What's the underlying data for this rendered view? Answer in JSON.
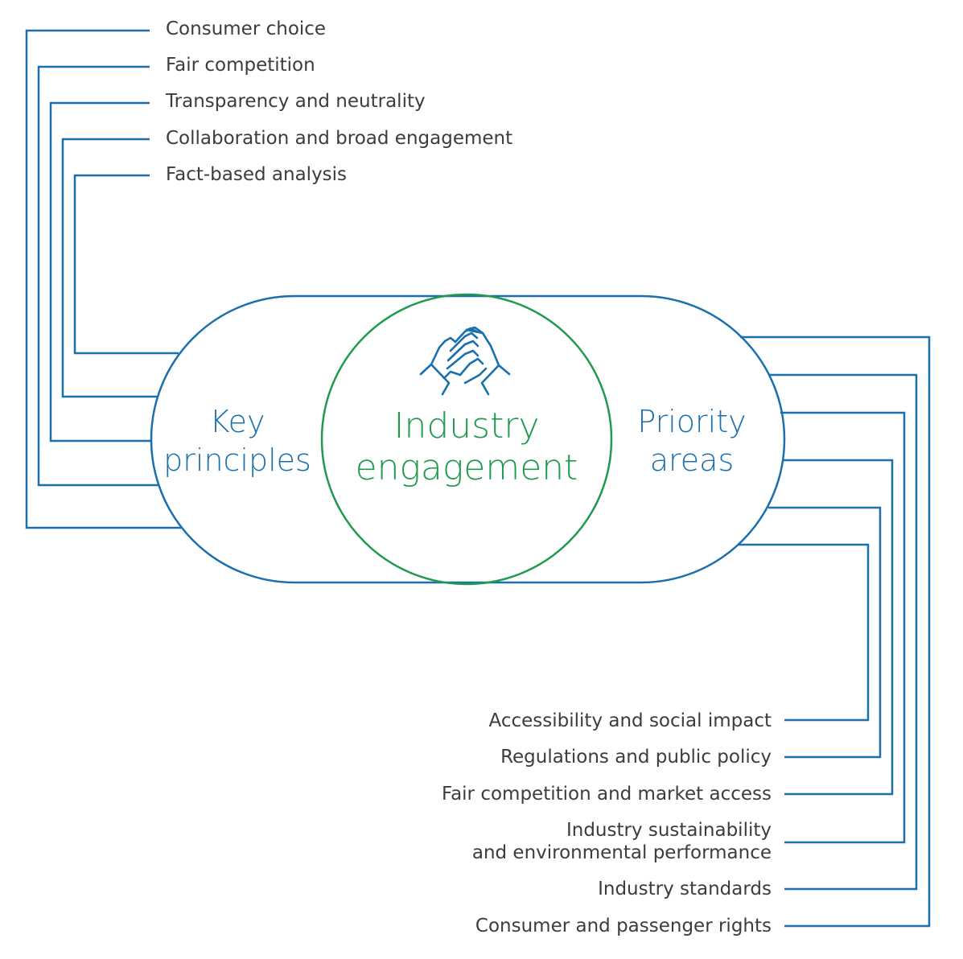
{
  "colors": {
    "blue": "#1a6fad",
    "green": "#1f9a4e",
    "text": "#3c3c3c"
  },
  "center": {
    "left_title": [
      "Key",
      "principles"
    ],
    "middle_title": [
      "Industry",
      "engagement"
    ],
    "right_title": [
      "Priority",
      "areas"
    ],
    "icon": "handshake-icon"
  },
  "key_principles": [
    "Consumer choice",
    "Fair competition",
    "Transparency and neutrality",
    "Collaboration and broad engagement",
    "Fact-based analysis"
  ],
  "priority_areas": [
    "Accessibility and social impact",
    "Regulations and public policy",
    "Fair competition and market access",
    "Industry sustainability\nand environmental performance",
    "Industry standards",
    "Consumer and passenger rights"
  ]
}
